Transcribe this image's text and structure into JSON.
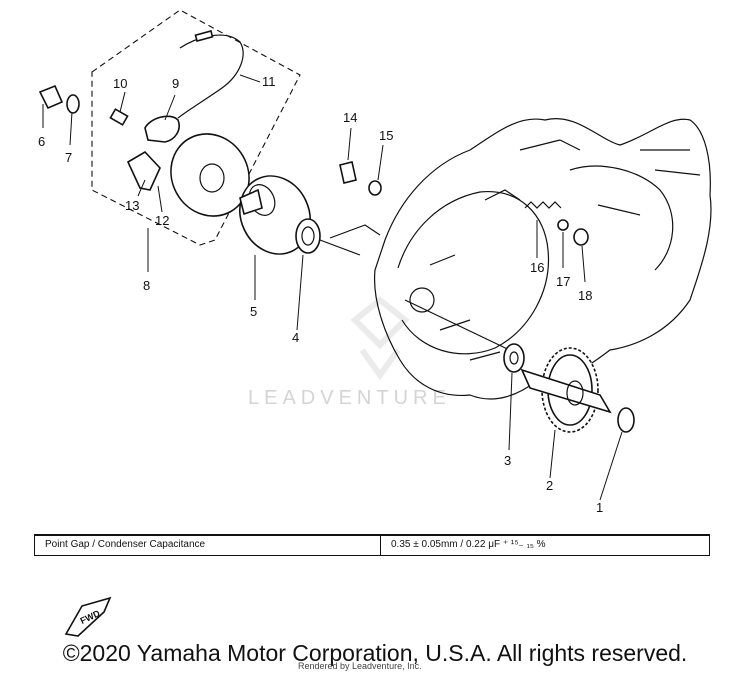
{
  "diagram": {
    "callouts": [
      "1",
      "2",
      "3",
      "4",
      "5",
      "6",
      "7",
      "8",
      "9",
      "10",
      "11",
      "12",
      "13",
      "14",
      "15",
      "16",
      "17",
      "18"
    ],
    "watermark": "LEADVENTURE",
    "fwd_label": "FWD"
  },
  "spec_table": {
    "label": "Point Gap / Condenser Capacitance",
    "value": "0.35 ± 0.05mm / 0.22 μF ⁺ ¹⁵₋ ₁₅ %"
  },
  "footer": {
    "copyright": "©2020 Yamaha Motor Corporation, U.S.A. All rights reserved.",
    "rendered_by": "Rendered by Leadventure, Inc."
  }
}
